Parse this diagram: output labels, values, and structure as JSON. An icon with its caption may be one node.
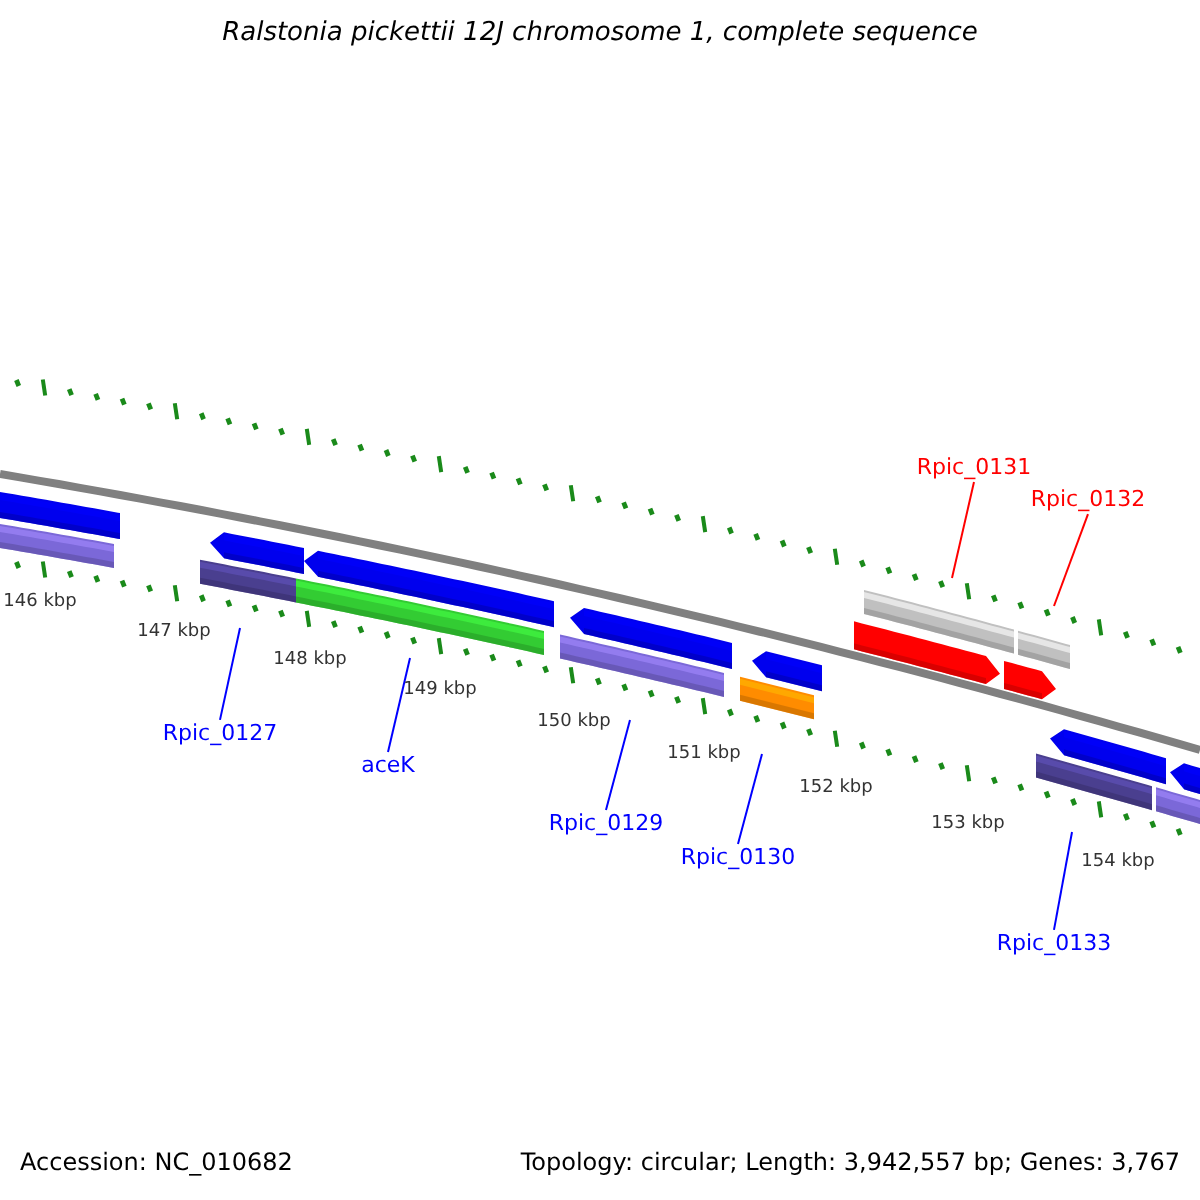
{
  "diagram": {
    "title": "Ralstonia pickettii 12J chromosome 1, complete sequence",
    "nodes": [
      {
        "text": [
          "Rpic_0131"
        ]
      },
      {
        "text": [
          "Rpic_0132"
        ]
      },
      {
        "text": [
          "Rpic_0127"
        ]
      },
      {
        "text": [
          "aceK"
        ]
      },
      {
        "text": [
          "Rpic_0129"
        ]
      },
      {
        "text": [
          "Rpic_0130"
        ]
      },
      {
        "text": [
          "Rpic_0133"
        ]
      }
    ],
    "edges": [
      {
        "from": 0,
        "to": null,
        "arrow": "none",
        "color": "#ff0000"
      },
      {
        "from": 1,
        "to": null,
        "arrow": "none",
        "color": "#ff0000"
      },
      {
        "from": 2,
        "to": null,
        "arrow": "none"
      },
      {
        "from": 3,
        "to": null,
        "arrow": "none"
      },
      {
        "from": 4,
        "to": null,
        "arrow": "none"
      },
      {
        "from": 5,
        "to": null,
        "arrow": "none"
      },
      {
        "from": 6,
        "to": null,
        "arrow": "none"
      }
    ],
    "labels": [
      "146 kbp",
      "147 kbp",
      "148 kbp",
      "149 kbp",
      "150 kbp",
      "151 kbp",
      "152 kbp",
      "153 kbp",
      "154 kbp",
      "Accession: NC_010682",
      "Topology: circular; Length: 3,942,557 bp; Genes: 3,767"
    ]
  }
}
